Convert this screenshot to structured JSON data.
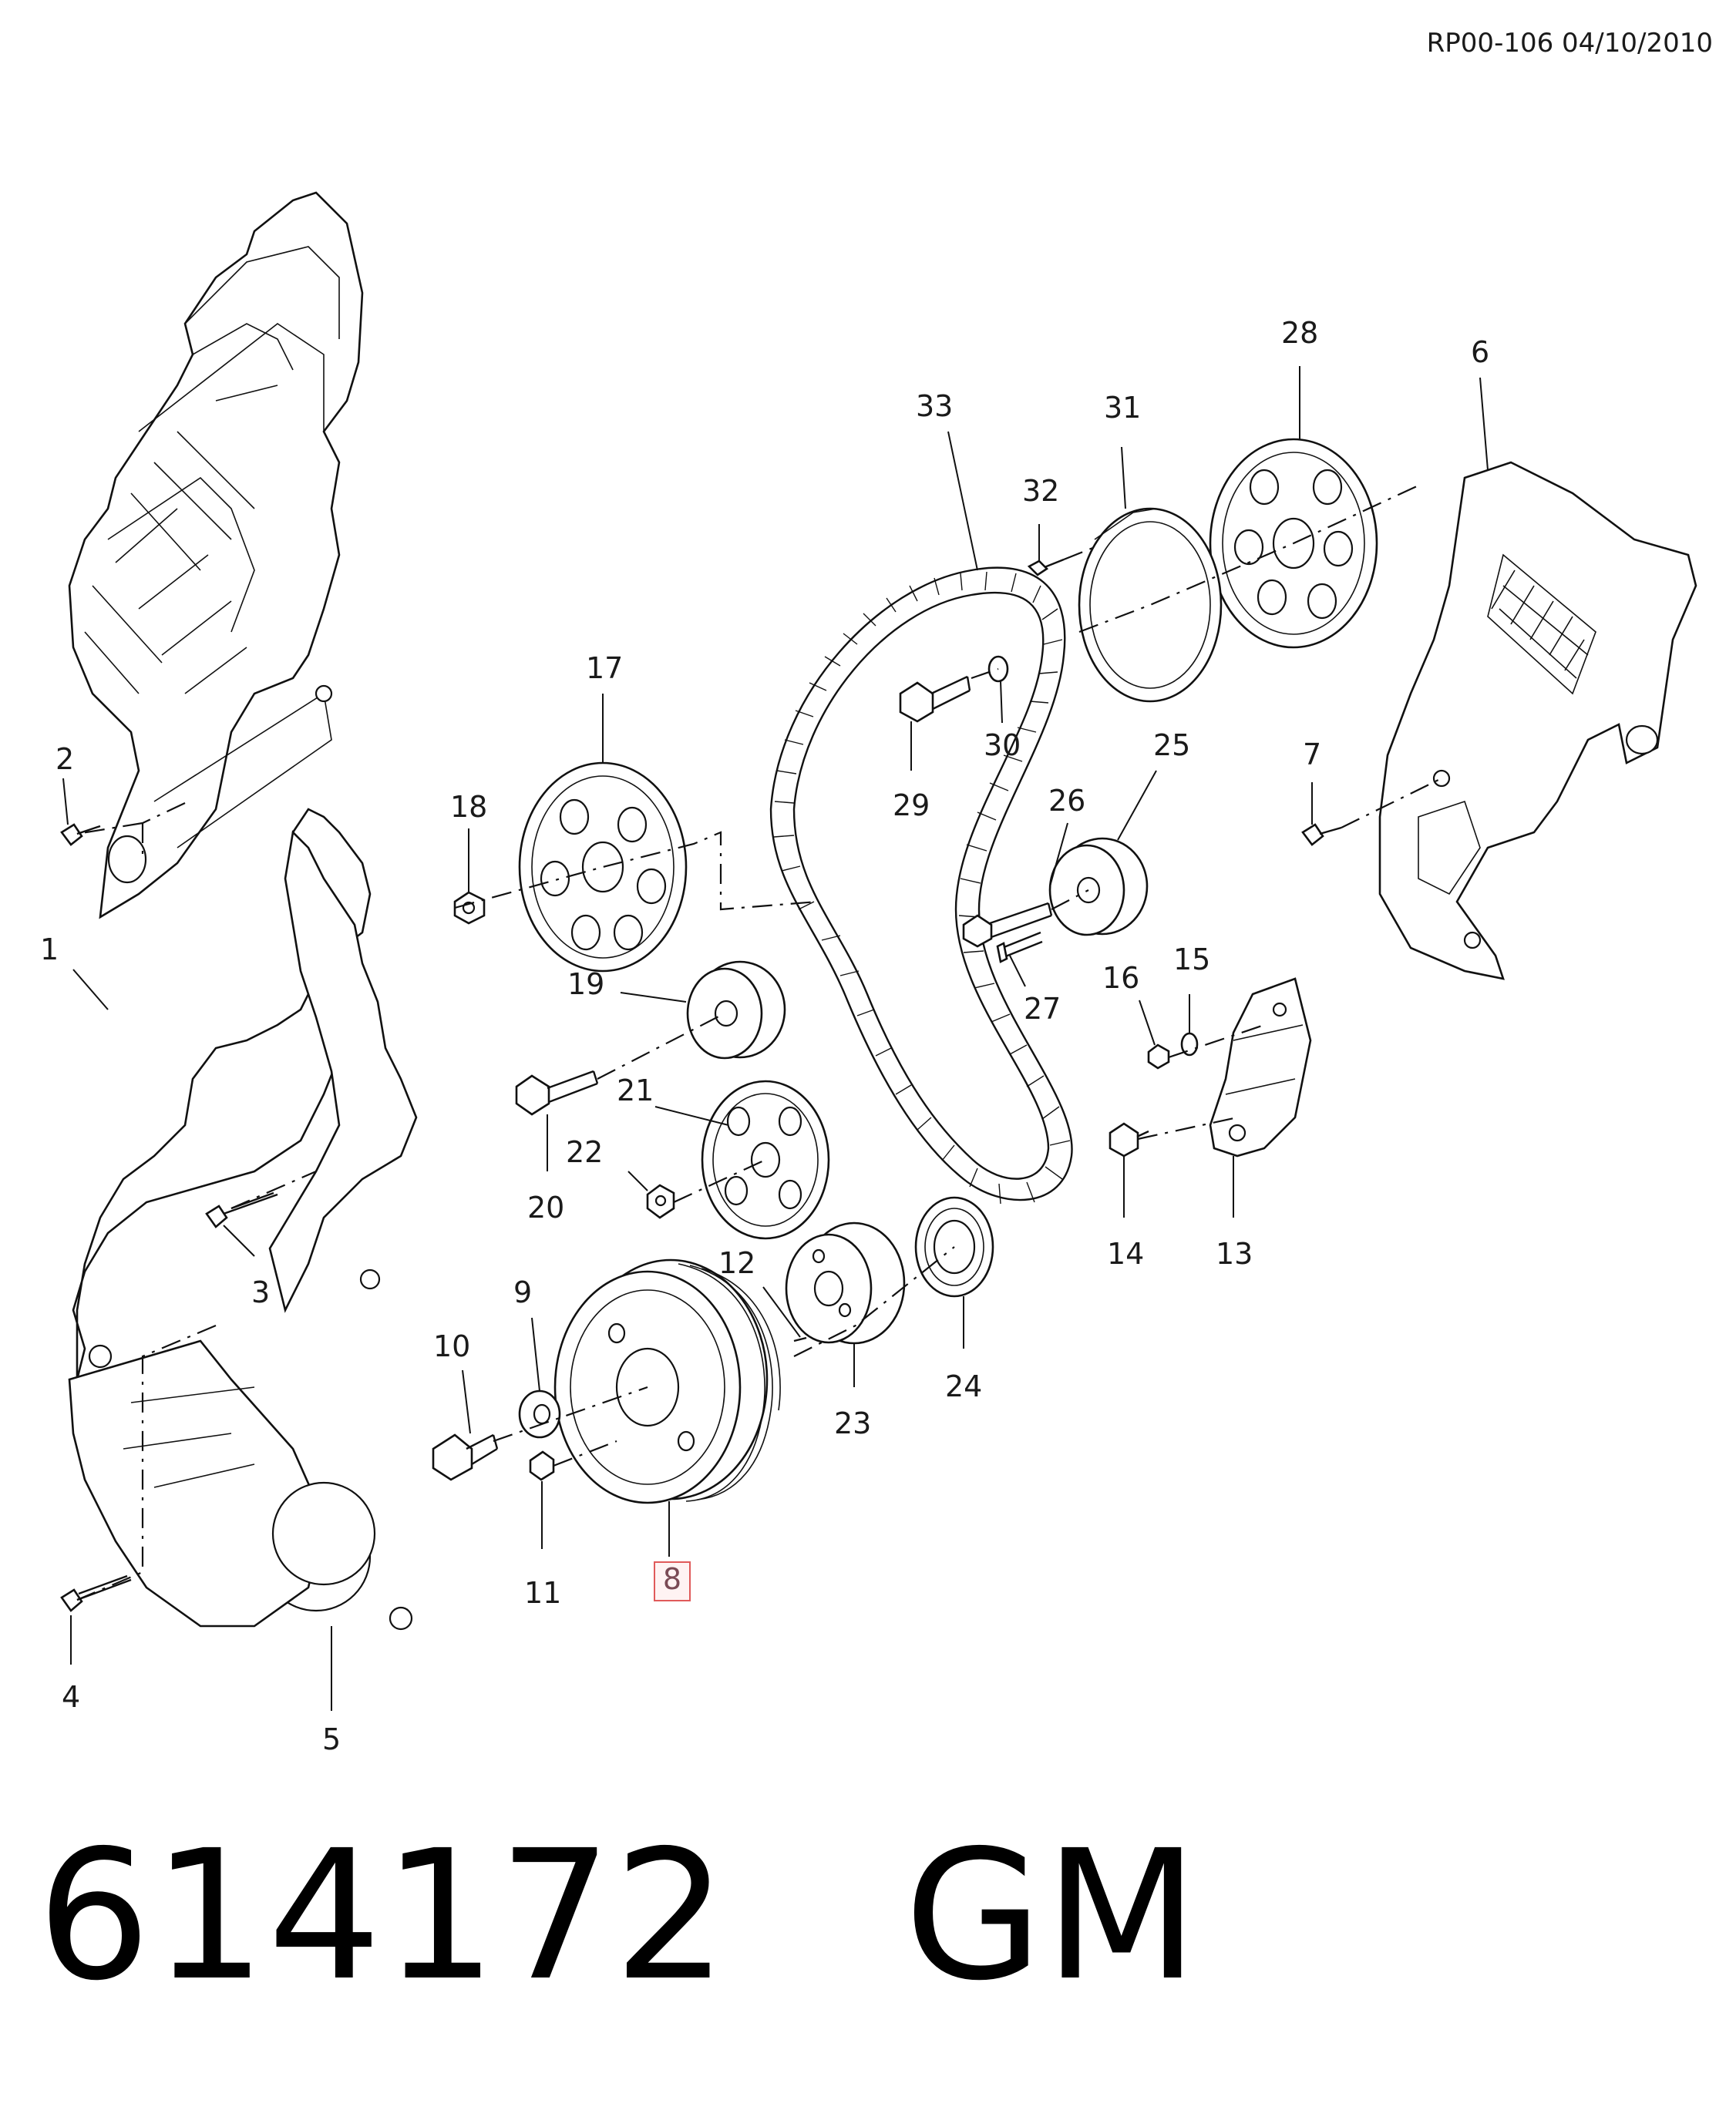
{
  "header": {
    "ref_code": "RP00-106 04/10/2010"
  },
  "footer": {
    "part_number": "614172",
    "brand": "GM"
  },
  "highlight": {
    "label": "8"
  },
  "callouts": {
    "c1": "1",
    "c2": "2",
    "c3": "3",
    "c4": "4",
    "c5": "5",
    "c6": "6",
    "c7": "7",
    "c9": "9",
    "c10": "10",
    "c11": "11",
    "c12": "12",
    "c13": "13",
    "c14": "14",
    "c15": "15",
    "c16": "16",
    "c17": "17",
    "c18": "18",
    "c19": "19",
    "c20": "20",
    "c21": "21",
    "c22": "22",
    "c23": "23",
    "c24": "24",
    "c25": "25",
    "c26": "26",
    "c27": "27",
    "c28": "28",
    "c29": "29",
    "c30": "30",
    "c31": "31",
    "c32": "32",
    "c33": "33"
  }
}
